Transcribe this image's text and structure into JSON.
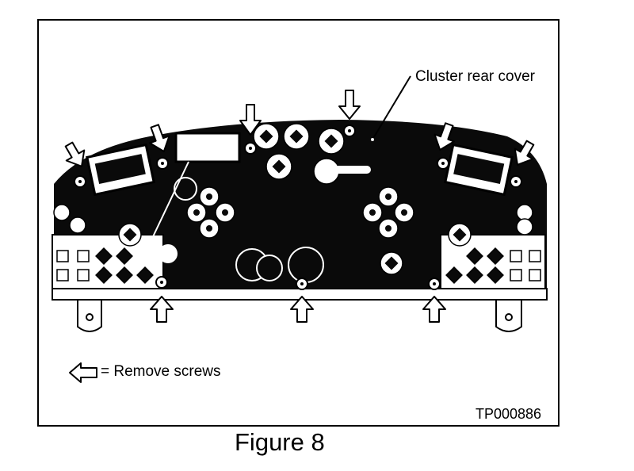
{
  "diagram": {
    "callout_label": "Cluster rear cover",
    "legend_label": "= Remove screws",
    "reference_code": "TP000886",
    "caption": "Figure 8",
    "colors": {
      "ink": "#000000",
      "paper": "#ffffff",
      "cover": "#0a0a0a"
    },
    "icons": [
      "arrow-icon",
      "screw-icon",
      "connector-pad-icon"
    ]
  }
}
